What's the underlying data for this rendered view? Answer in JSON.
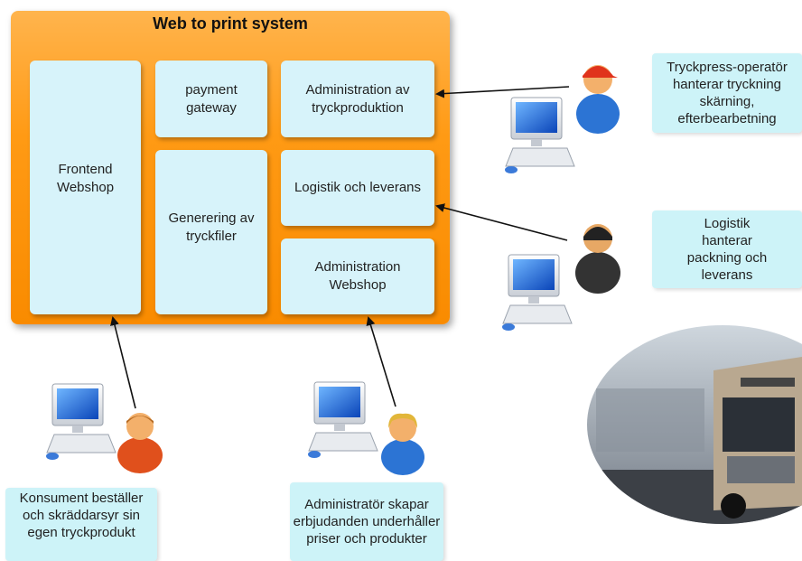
{
  "system": {
    "title": "Web to print system",
    "modules": {
      "frontend": "Frontend Webshop",
      "payment": "payment gateway",
      "admin_tryck": "Administration av tryckproduktion",
      "generering": "Generering av tryckfiler",
      "logistik": "Logistik och leverans",
      "admin_webshop": "Administration Webshop"
    }
  },
  "actors": {
    "operator": "Tryckpress-operatör hanterar tryckning skärning, efterbearbetning",
    "logistics": "Logistik hanterar packning och leverans",
    "consumer": "Konsument beställer och skräddarsyr sin egen tryckprodukt",
    "admin": "Administratör skapar erbjudanden underhåller priser och produkter"
  },
  "colors": {
    "frame": "#f98b00",
    "module": "#d7f3fa",
    "note": "#cdf3f8"
  }
}
